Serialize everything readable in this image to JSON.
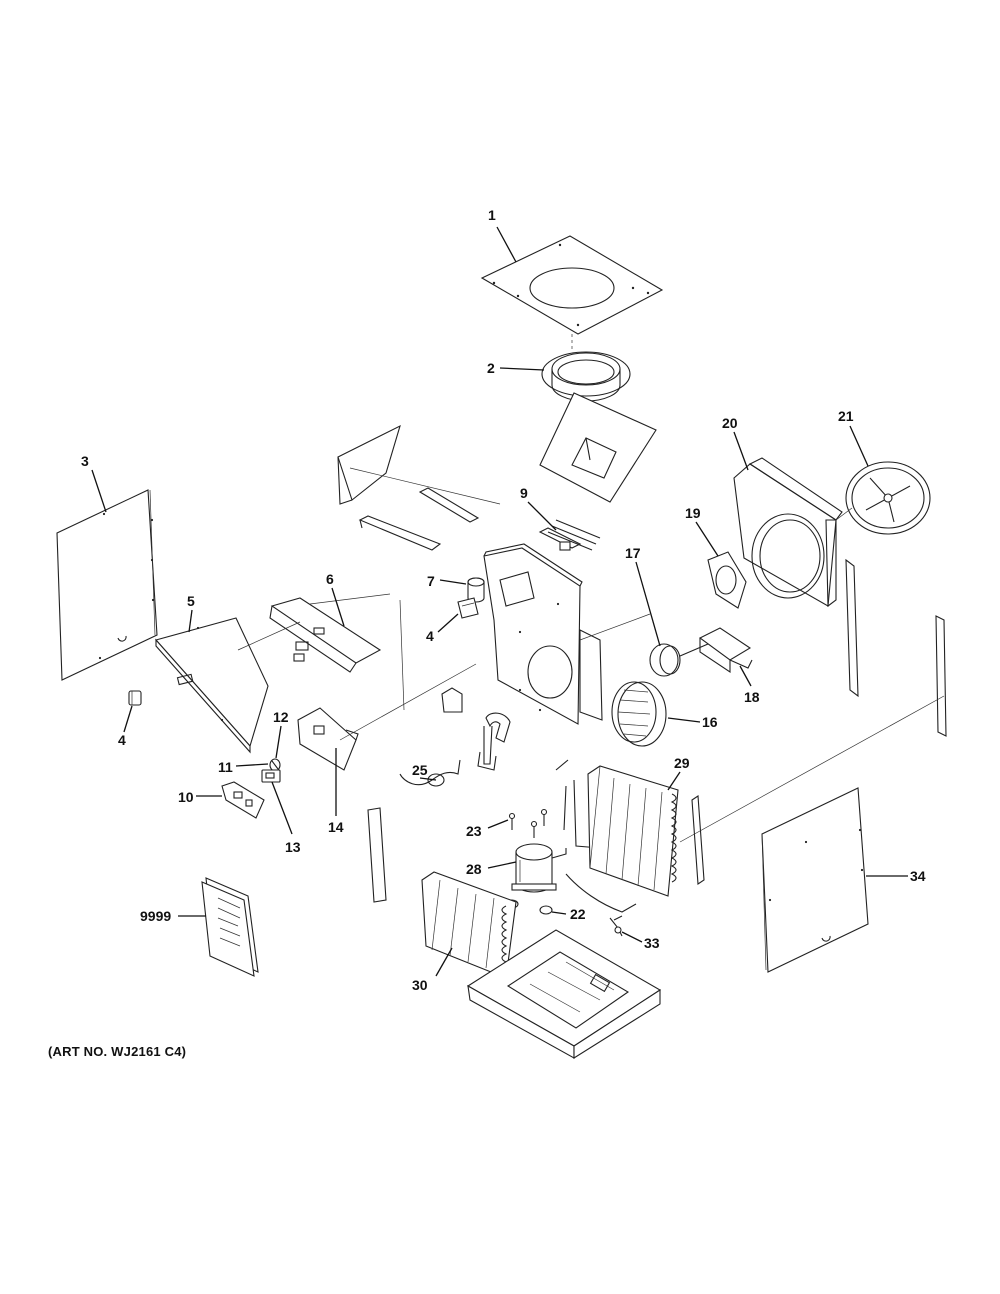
{
  "callouts": [
    {
      "id": "1",
      "label": "1",
      "part": "top-panel"
    },
    {
      "id": "2",
      "label": "2",
      "part": "duct-collar"
    },
    {
      "id": "3",
      "label": "3",
      "part": "left-side-panel"
    },
    {
      "id": "4a",
      "label": "4",
      "part": "knob-small"
    },
    {
      "id": "4b",
      "label": "4",
      "part": "capacitor-clip"
    },
    {
      "id": "5",
      "label": "5",
      "part": "control-cover"
    },
    {
      "id": "6",
      "label": "6",
      "part": "control-bracket"
    },
    {
      "id": "7",
      "label": "7",
      "part": "capacitor"
    },
    {
      "id": "9",
      "label": "9",
      "part": "heater-element"
    },
    {
      "id": "10",
      "label": "10",
      "part": "control-board"
    },
    {
      "id": "11",
      "label": "11",
      "part": "sensor"
    },
    {
      "id": "12",
      "label": "12",
      "part": "sensor-clip"
    },
    {
      "id": "13",
      "label": "13",
      "part": "switch"
    },
    {
      "id": "14",
      "label": "14",
      "part": "control-box"
    },
    {
      "id": "16",
      "label": "16",
      "part": "blower-wheel"
    },
    {
      "id": "17",
      "label": "17",
      "part": "fan-motor"
    },
    {
      "id": "18",
      "label": "18",
      "part": "motor-mount"
    },
    {
      "id": "19",
      "label": "19",
      "part": "orifice-plate"
    },
    {
      "id": "20",
      "label": "20",
      "part": "shroud"
    },
    {
      "id": "21",
      "label": "21",
      "part": "condenser-fan"
    },
    {
      "id": "22",
      "label": "22",
      "part": "grommet"
    },
    {
      "id": "23",
      "label": "23",
      "part": "screw"
    },
    {
      "id": "25",
      "label": "25",
      "part": "tubing"
    },
    {
      "id": "28",
      "label": "28",
      "part": "compressor"
    },
    {
      "id": "29",
      "label": "29",
      "part": "condenser-coil"
    },
    {
      "id": "30",
      "label": "30",
      "part": "evaporator-coil"
    },
    {
      "id": "33",
      "label": "33",
      "part": "thermistor"
    },
    {
      "id": "34",
      "label": "34",
      "part": "right-side-panel"
    },
    {
      "id": "9999",
      "label": "9999",
      "part": "manual"
    }
  ],
  "art_number": "(ART NO. WJ2161 C4)"
}
